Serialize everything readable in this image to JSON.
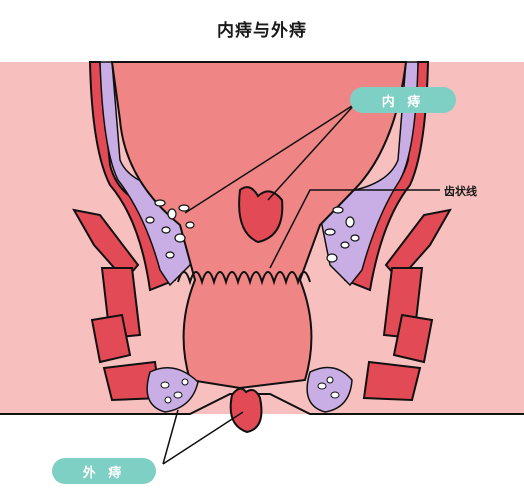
{
  "title": "内痔与外痔",
  "labels": {
    "internal": "内 痔",
    "dentate_line": "齿状线",
    "external": "外 痔"
  },
  "colors": {
    "background_tissue": "#f6b8b6",
    "lumen": "#f08585",
    "muscle": "#e8433f",
    "venous_plexus": "#c7a8e6",
    "label_pill": "#7ecfc4"
  }
}
